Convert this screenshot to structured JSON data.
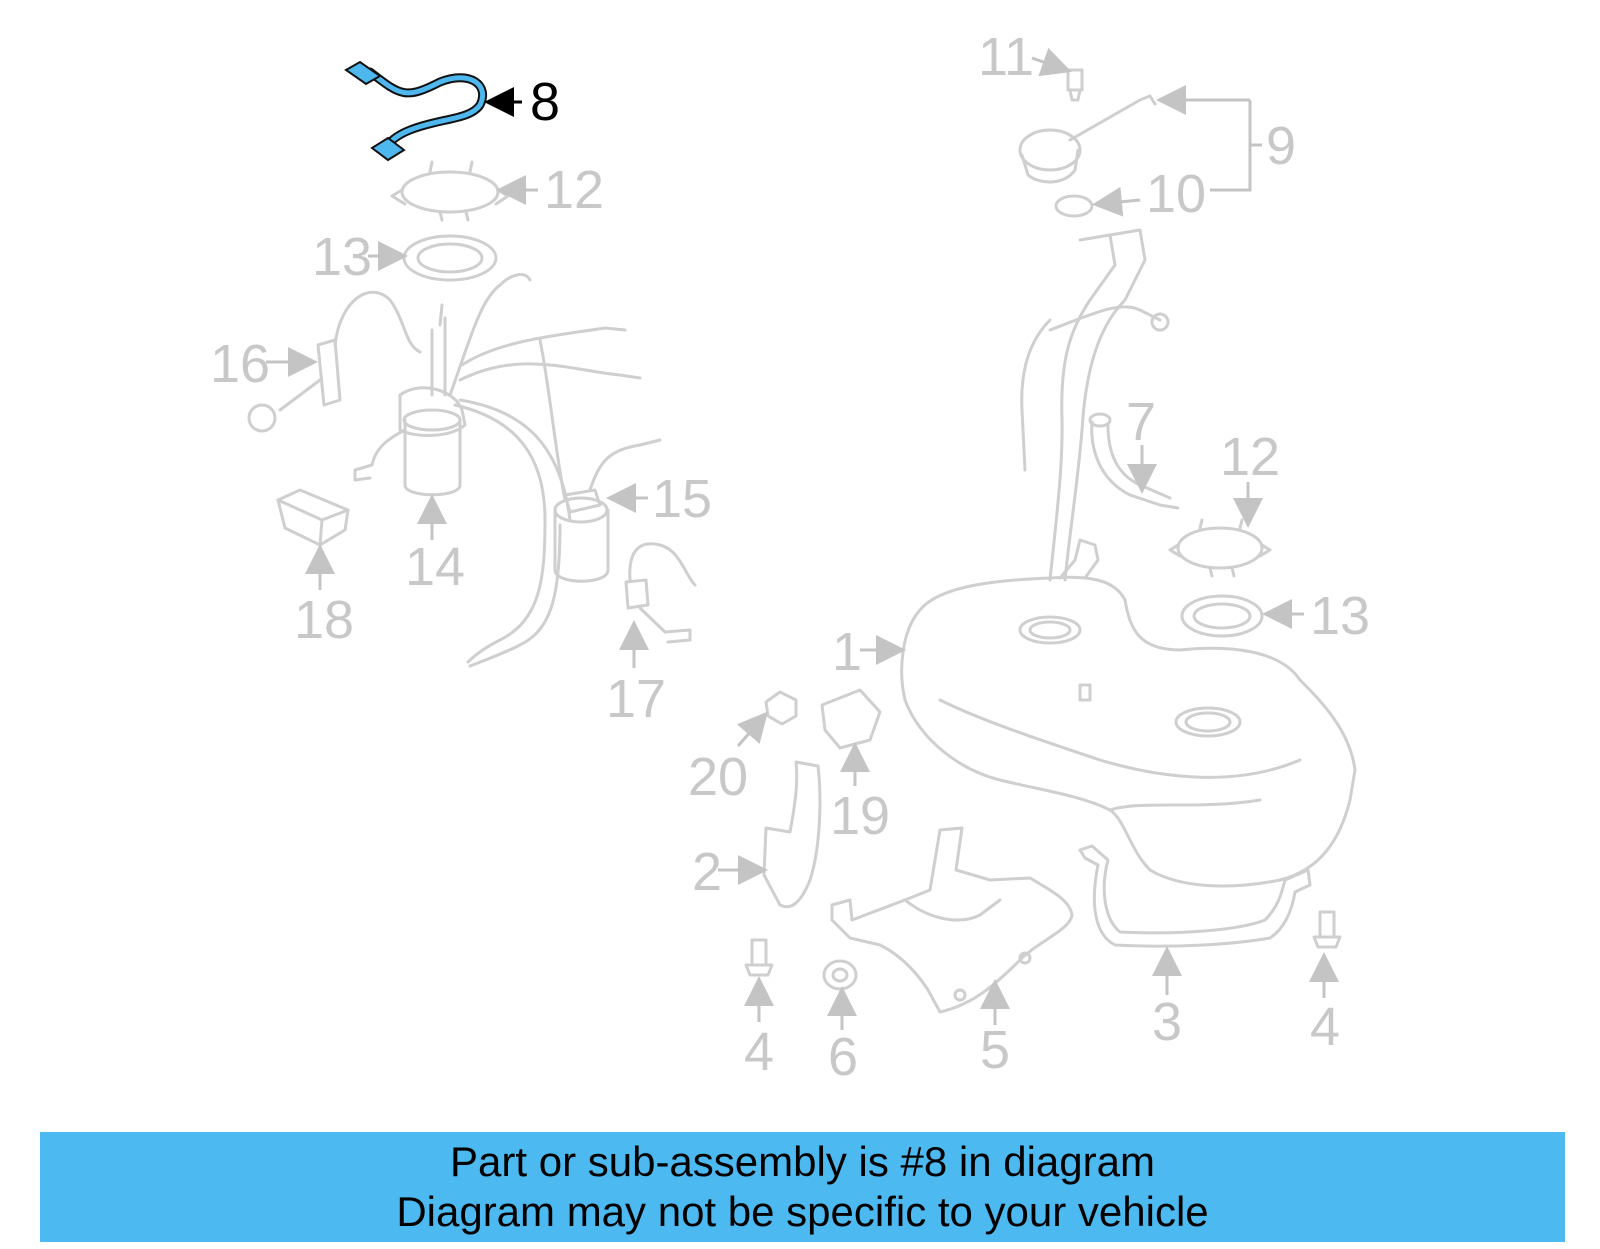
{
  "diagram": {
    "highlighted_part": "8",
    "colors": {
      "highlight": "#4db7ee",
      "banner": "#4cb9f1",
      "inactive_line": "#cfcfcf"
    },
    "callouts": {
      "c1": "1",
      "c2": "2",
      "c3": "3",
      "c4a": "4",
      "c4b": "4",
      "c5": "5",
      "c6": "6",
      "c7": "7",
      "c8": "8",
      "c9": "9",
      "c10": "10",
      "c11": "11",
      "c12a": "12",
      "c12b": "12",
      "c13a": "13",
      "c13b": "13",
      "c14": "14",
      "c15": "15",
      "c16": "16",
      "c17": "17",
      "c18": "18",
      "c19": "19",
      "c20": "20"
    }
  },
  "banner": {
    "line1": "Part or sub-assembly is #8 in diagram",
    "line2": "Diagram may not be specific to your vehicle"
  }
}
